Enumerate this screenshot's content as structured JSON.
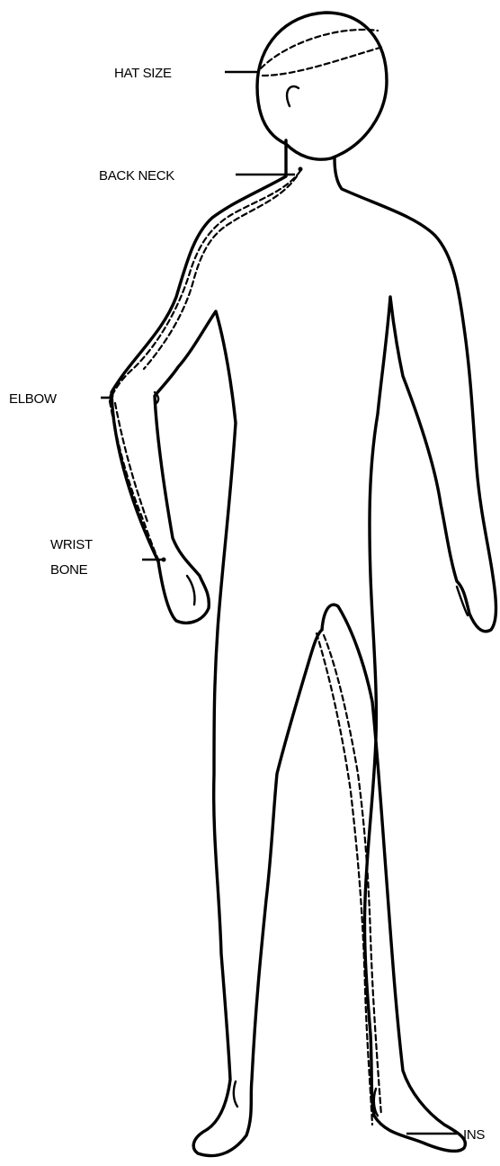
{
  "labels": {
    "hat_size": "HAT SIZE",
    "back_neck": "BACK NECK",
    "elbow": "ELBOW",
    "wrist_line1": "WRIST",
    "wrist_line2": "BONE",
    "inseam": "INS"
  }
}
